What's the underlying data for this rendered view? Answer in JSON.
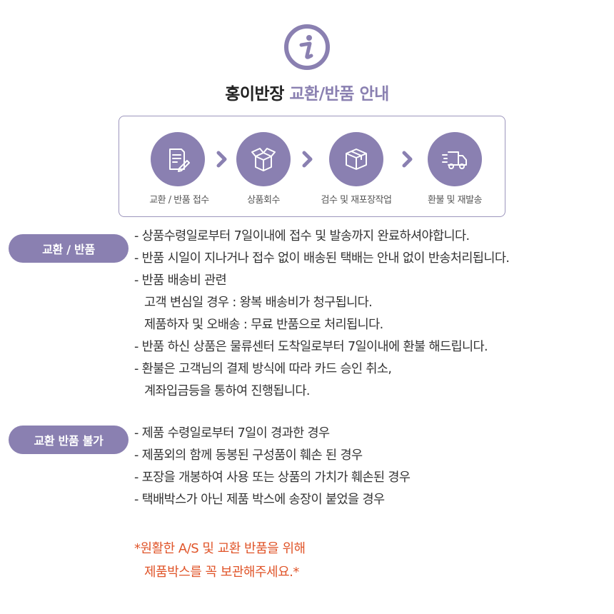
{
  "header": {
    "title_main": "홍이반장",
    "title_accent": "교환/반품 안내"
  },
  "process": {
    "steps": [
      {
        "label": "교환 / 반품 접수",
        "icon": "document-pencil-icon"
      },
      {
        "label": "상품회수",
        "icon": "open-box-icon"
      },
      {
        "label": "검수 및 재포장작업",
        "icon": "package-box-icon"
      },
      {
        "label": "환불 및 재발송",
        "icon": "delivery-truck-icon"
      }
    ]
  },
  "exchange": {
    "pill": "교환 / 반품",
    "lines": [
      "- 상품수령일로부터 7일이내에 접수 및 발송까지 완료하셔야합니다.",
      "- 반품 시일이 지나거나 접수 없이 배송된 택배는 안내 없이 반송처리됩니다.",
      "- 반품 배송비 관련",
      "고객 변심일 경우 : 왕복 배송비가 청구됩니다.",
      "제품하자 및 오배송 : 무료 반품으로 처리됩니다.",
      "- 반품 하신 상품은 물류센터 도착일로부터 7일이내에 환불 해드립니다.",
      "- 환불은 고객님의 결제 방식에 따라 카드 승인 취소,",
      "계좌입금등을 통하여 진행됩니다."
    ]
  },
  "not_allowed": {
    "pill": "교환 반품 불가",
    "lines": [
      "- 제품 수령일로부터 7일이 경과한 경우",
      "- 제품외의 함께 동봉된 구성품이 훼손 된 경우",
      "- 포장을 개봉하여 사용 또는 상품의 가치가 훼손된 경우",
      "- 택배박스가 아닌 제품 박스에 송장이 붙었을 경우"
    ]
  },
  "notice": {
    "line1": "*원활한 A/S 및 교환 반품을 위해",
    "line2": "제품박스를 꼭 보관해주세요.*"
  },
  "colors": {
    "accent": "#8a80b1",
    "notice": "#e0552a",
    "text": "#333333"
  }
}
